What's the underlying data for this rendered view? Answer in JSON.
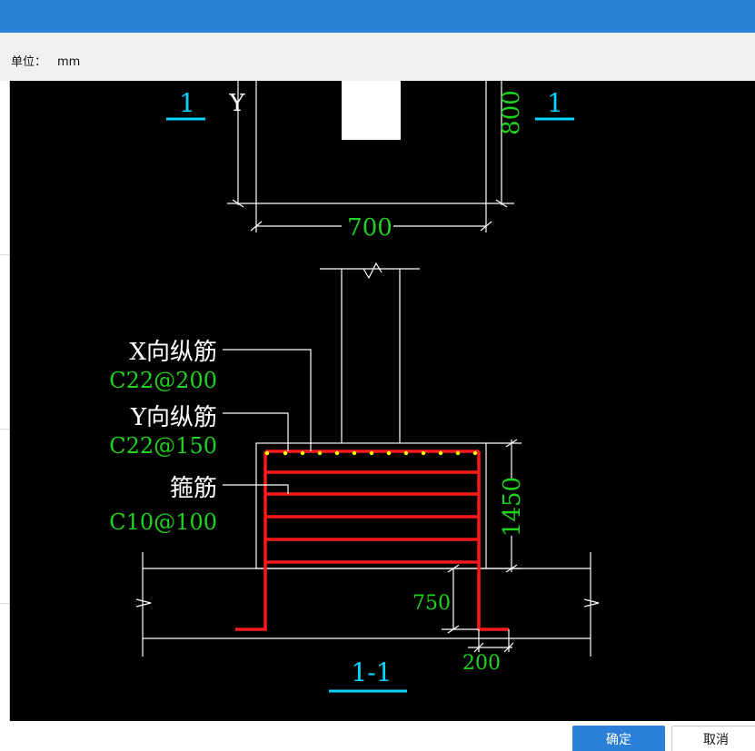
{
  "unit_bar": {
    "label": "单位：",
    "value": "mm"
  },
  "drawing": {
    "section_mark_left": "1",
    "section_mark_right": "1",
    "axis_label_y": "Y",
    "dim_height_top": "800",
    "dim_width": "700",
    "rebar_x_label": "X向纵筋",
    "rebar_x_spec": "C22@200",
    "rebar_y_label": "Y向纵筋",
    "rebar_y_spec": "C22@150",
    "stirrup_label": "箍筋",
    "stirrup_spec": "C10@100",
    "dim_height_pedestal": "1450",
    "dim_embed_depth": "750",
    "dim_hook_length": "200",
    "section_title": "1-1",
    "colors": {
      "background": "#000000",
      "lines": "#ffffff",
      "rebar": "#ff1a1a",
      "dimension_text": "#1ed41e",
      "section_mark": "#00d6ff",
      "bar_dots": "#ffff00"
    }
  },
  "buttons": {
    "ok": "确定",
    "cancel": "取消"
  }
}
